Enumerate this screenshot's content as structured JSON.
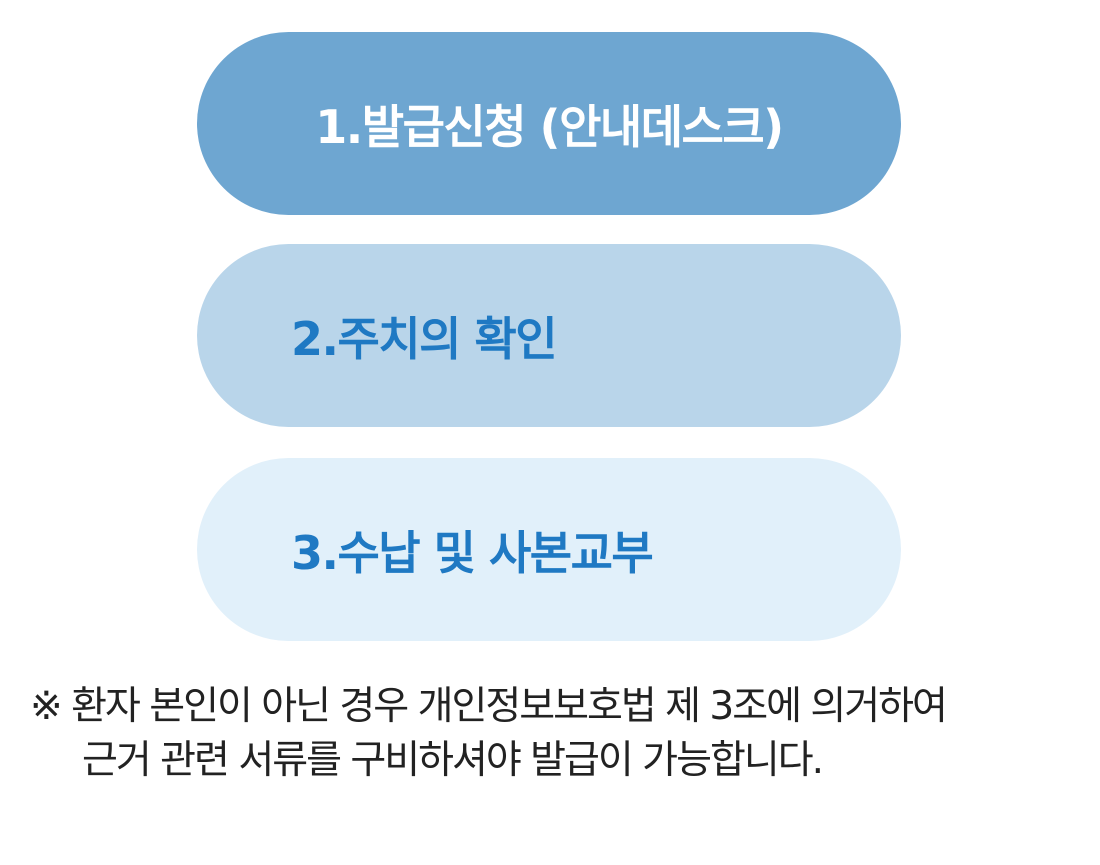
{
  "steps": [
    {
      "label": "1.발급신청 (안내데스크)",
      "color": "#6ea6d1",
      "text_color": "#ffffff"
    },
    {
      "label": "2.주치의 확인",
      "color": "#b9d5ea",
      "text_color": "#1f79c3"
    },
    {
      "label": "3.수납 및 사본교부",
      "color": "#e1f0fa",
      "text_color": "#1f79c3"
    }
  ],
  "note": {
    "line1": "※ 환자 본인이 아닌 경우 개인정보보호법 제 3조에 의거하여",
    "line2": "근거 관련 서류를 구비하셔야 발급이 가능합니다."
  }
}
